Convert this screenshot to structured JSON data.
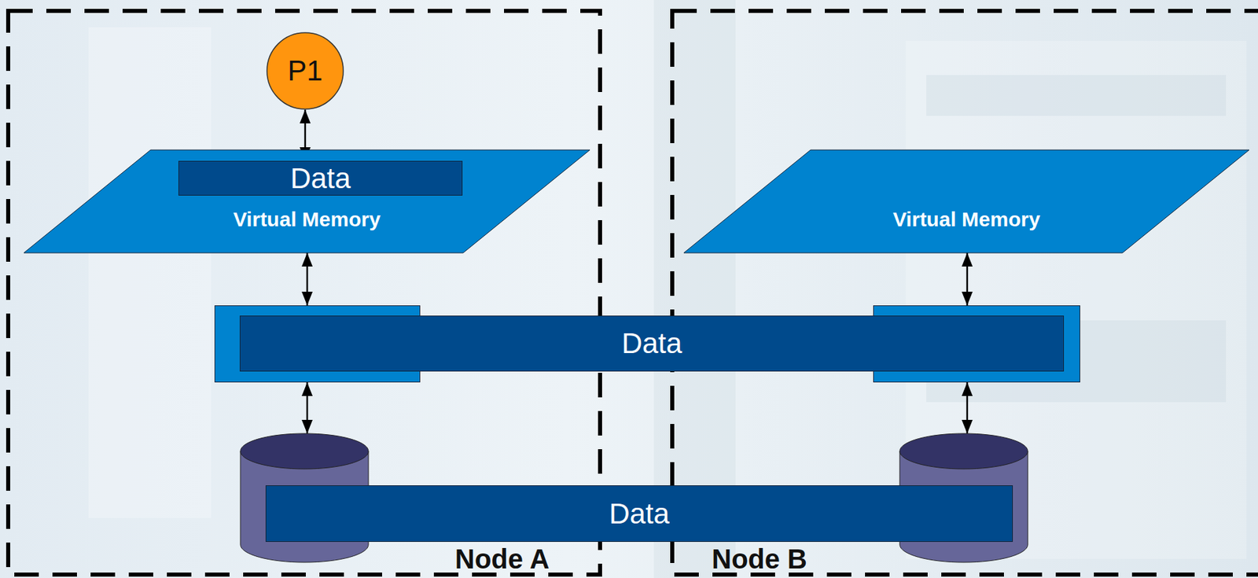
{
  "diagram": {
    "nodes": [
      {
        "text": [
          "Node A"
        ]
      },
      {
        "text": [
          "P1"
        ],
        "in": 0
      },
      {
        "text": [
          "Virtual Memory"
        ],
        "in": 0
      },
      {
        "text": [
          "Data"
        ],
        "in": 2
      },
      {
        "text": [
          "Node B"
        ]
      },
      {
        "text": [
          "Virtual Memory"
        ],
        "in": 4
      },
      {
        "text": [
          "Data"
        ]
      },
      {
        "text": [
          "Data"
        ]
      }
    ],
    "edges": [
      {
        "from": 1,
        "to": 3,
        "arrow": "both"
      },
      {
        "from": 2,
        "to": 6,
        "arrow": "both"
      },
      {
        "from": 5,
        "to": 6,
        "arrow": "both"
      },
      {
        "from": 6,
        "to": 7,
        "arrow": "both"
      },
      {
        "from": 6,
        "to": 7,
        "arrow": "both"
      }
    ]
  }
}
